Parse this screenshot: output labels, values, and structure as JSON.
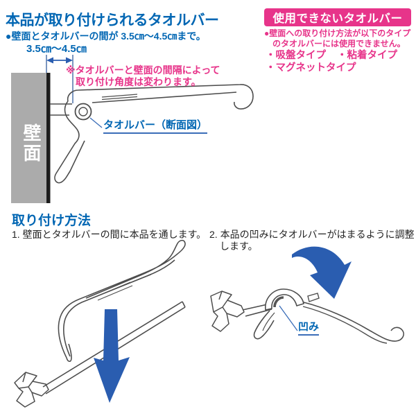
{
  "colors": {
    "accent_blue": "#0066b3",
    "accent_pink": "#e7348a",
    "arrow_blue": "#2a5db0",
    "wall_gray": "#ababab",
    "line_art_gray": "#4d4d4d"
  },
  "left_section": {
    "title": "本品が取り付けられるタオルバー",
    "bullet": "●壁面とタオルバーの間が 3.5㎝〜4.5㎝まで。",
    "measurement_label": "3.5㎝〜4.5㎝",
    "note_line1": "※タオルバーと壁面の間隔によって",
    "note_line2": "取り付け角度は変わります。",
    "wall_label": "壁面",
    "bar_label": "タオルバー（断面図）"
  },
  "right_section": {
    "title": "使用できないタオルバー",
    "bullet_line1": "●壁面への取り付け方法が以下のタイプ",
    "bullet_line2": "のタオルバーには使用できません。",
    "types": [
      "・吸盤タイプ",
      "・粘着タイプ",
      "・マグネットタイプ"
    ]
  },
  "method_section": {
    "title": "取り付け方法",
    "step1_text": "1. 壁面とタオルバーの間に本品を通します。",
    "step2_line1": "2. 本品の凹みにタオルバーがはまるように調整",
    "step2_line2": "します。",
    "recess_label": "凹み"
  }
}
